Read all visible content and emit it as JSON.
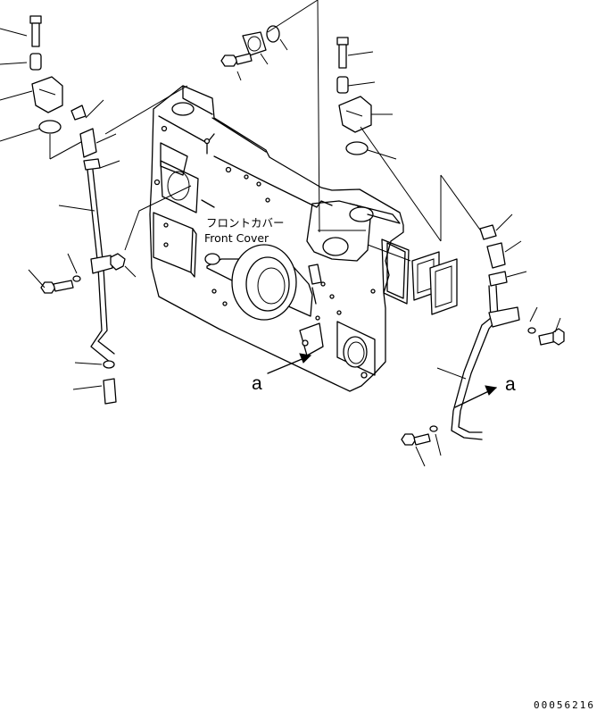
{
  "label_jp": "フロントカバー",
  "label_en": "Front Cover",
  "ref_left": "a",
  "ref_right": "a",
  "drawing_number": "00056216"
}
